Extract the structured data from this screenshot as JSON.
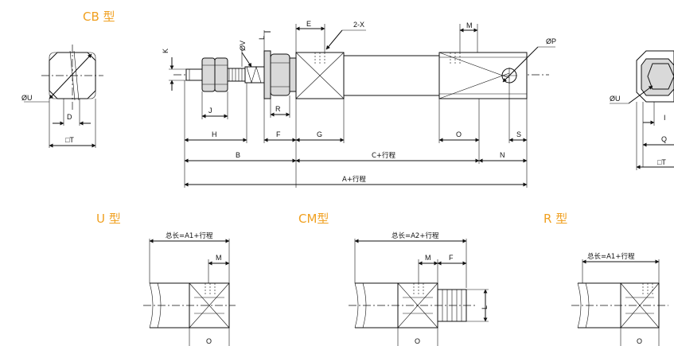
{
  "titles": {
    "cb": "CB 型",
    "u": "U 型",
    "cm": "CM型",
    "r": "R 型"
  },
  "labels": {
    "phi_u_left": "ØU",
    "d": "D",
    "sq_t_left": "□T",
    "k": "K",
    "phi_v": "ØV",
    "l_top": "L",
    "e": "E",
    "two_x": "2-X",
    "m_top": "M",
    "phi_p": "ØP",
    "j": "J",
    "r": "R",
    "h": "H",
    "f": "F",
    "g": "G",
    "o": "O",
    "s": "S",
    "b": "B",
    "c_stroke": "C+行程",
    "n": "N",
    "a_stroke": "A+行程",
    "phi_u_right": "ØU",
    "i_right": "I",
    "q_right": "Q",
    "sq_t_right": "□T",
    "u_total": "总长=A1+行程",
    "u_m": "M",
    "u_o": "O",
    "cm_total": "总长=A2+行程",
    "cm_m": "M",
    "cm_f": "F",
    "cm_l": "L",
    "cm_o": "O",
    "r_total": "总长=A1+行程",
    "r_o": "O"
  },
  "colors": {
    "title": "#f0a020",
    "line": "#111111"
  }
}
